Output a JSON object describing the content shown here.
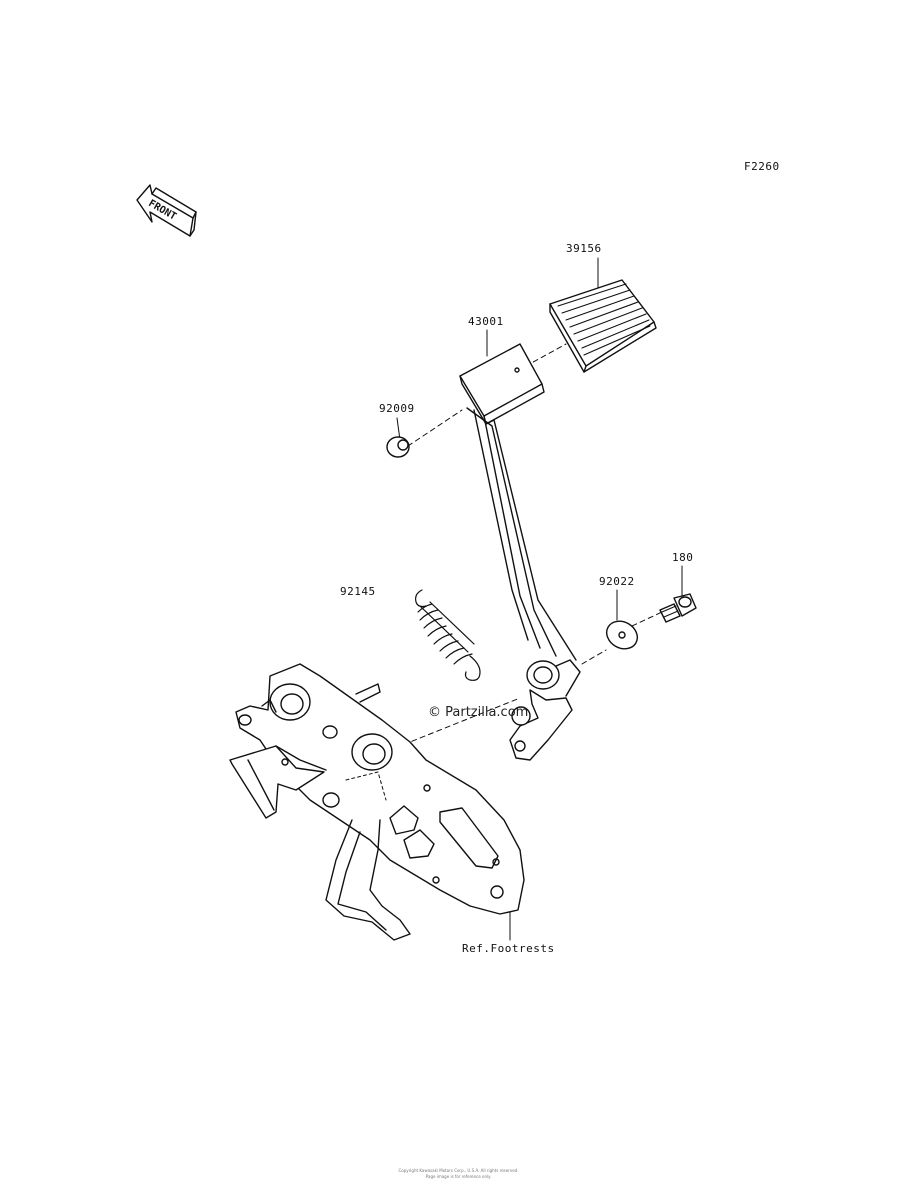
{
  "diagram": {
    "code": "F2260",
    "front_label": "FRONT",
    "watermark": "© Partzilla.com",
    "parts": [
      {
        "number": "39156"
      },
      {
        "number": "43001"
      },
      {
        "number": "92009"
      },
      {
        "number": "92145"
      },
      {
        "number": "92022"
      },
      {
        "number": "180"
      }
    ],
    "reference": "Ref.Footrests",
    "footer": {
      "line1": "Copyright Kawasaki Motors Corp., U.S.A. All rights reserved.",
      "line2": "Page image is for reference only."
    }
  }
}
